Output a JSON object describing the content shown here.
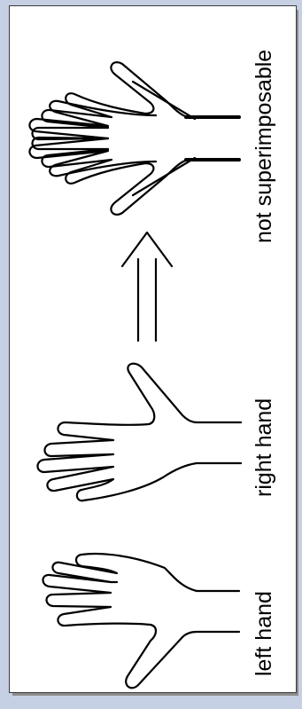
{
  "labels": {
    "left_hand": "left hand",
    "right_hand": "right hand",
    "not_superimposable": "not superimposable"
  },
  "colors": {
    "frame": "#c6d0e4",
    "panel": "#ffffff",
    "shadow": "#8c8c8c",
    "ink": "#000000"
  }
}
